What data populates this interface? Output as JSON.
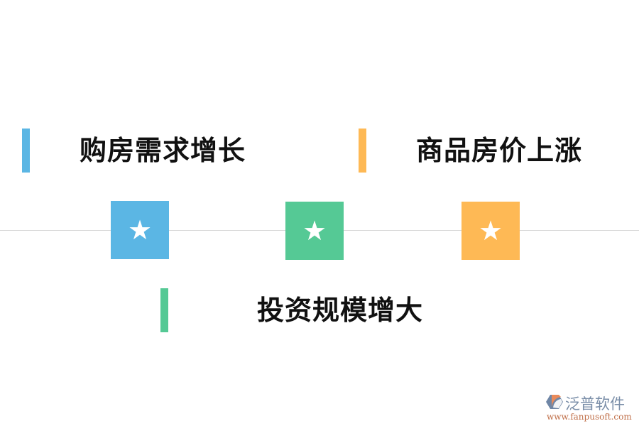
{
  "items": [
    {
      "label": "购房需求增长",
      "color": "#5bb6e4"
    },
    {
      "label": "商品房价上涨",
      "color": "#feb955"
    },
    {
      "label": "投资规模增大",
      "color": "#55c995"
    }
  ],
  "timeline": {
    "nodes": [
      {
        "icon": "star-icon",
        "glyph": "★",
        "color": "#5bb6e4"
      },
      {
        "icon": "star-icon",
        "glyph": "★",
        "color": "#55c995"
      },
      {
        "icon": "star-icon",
        "glyph": "★",
        "color": "#feb955"
      }
    ],
    "line_color": "#d6d6d6"
  },
  "watermark": {
    "brand": "泛普软件",
    "url": "www.fanpusoft.com"
  }
}
